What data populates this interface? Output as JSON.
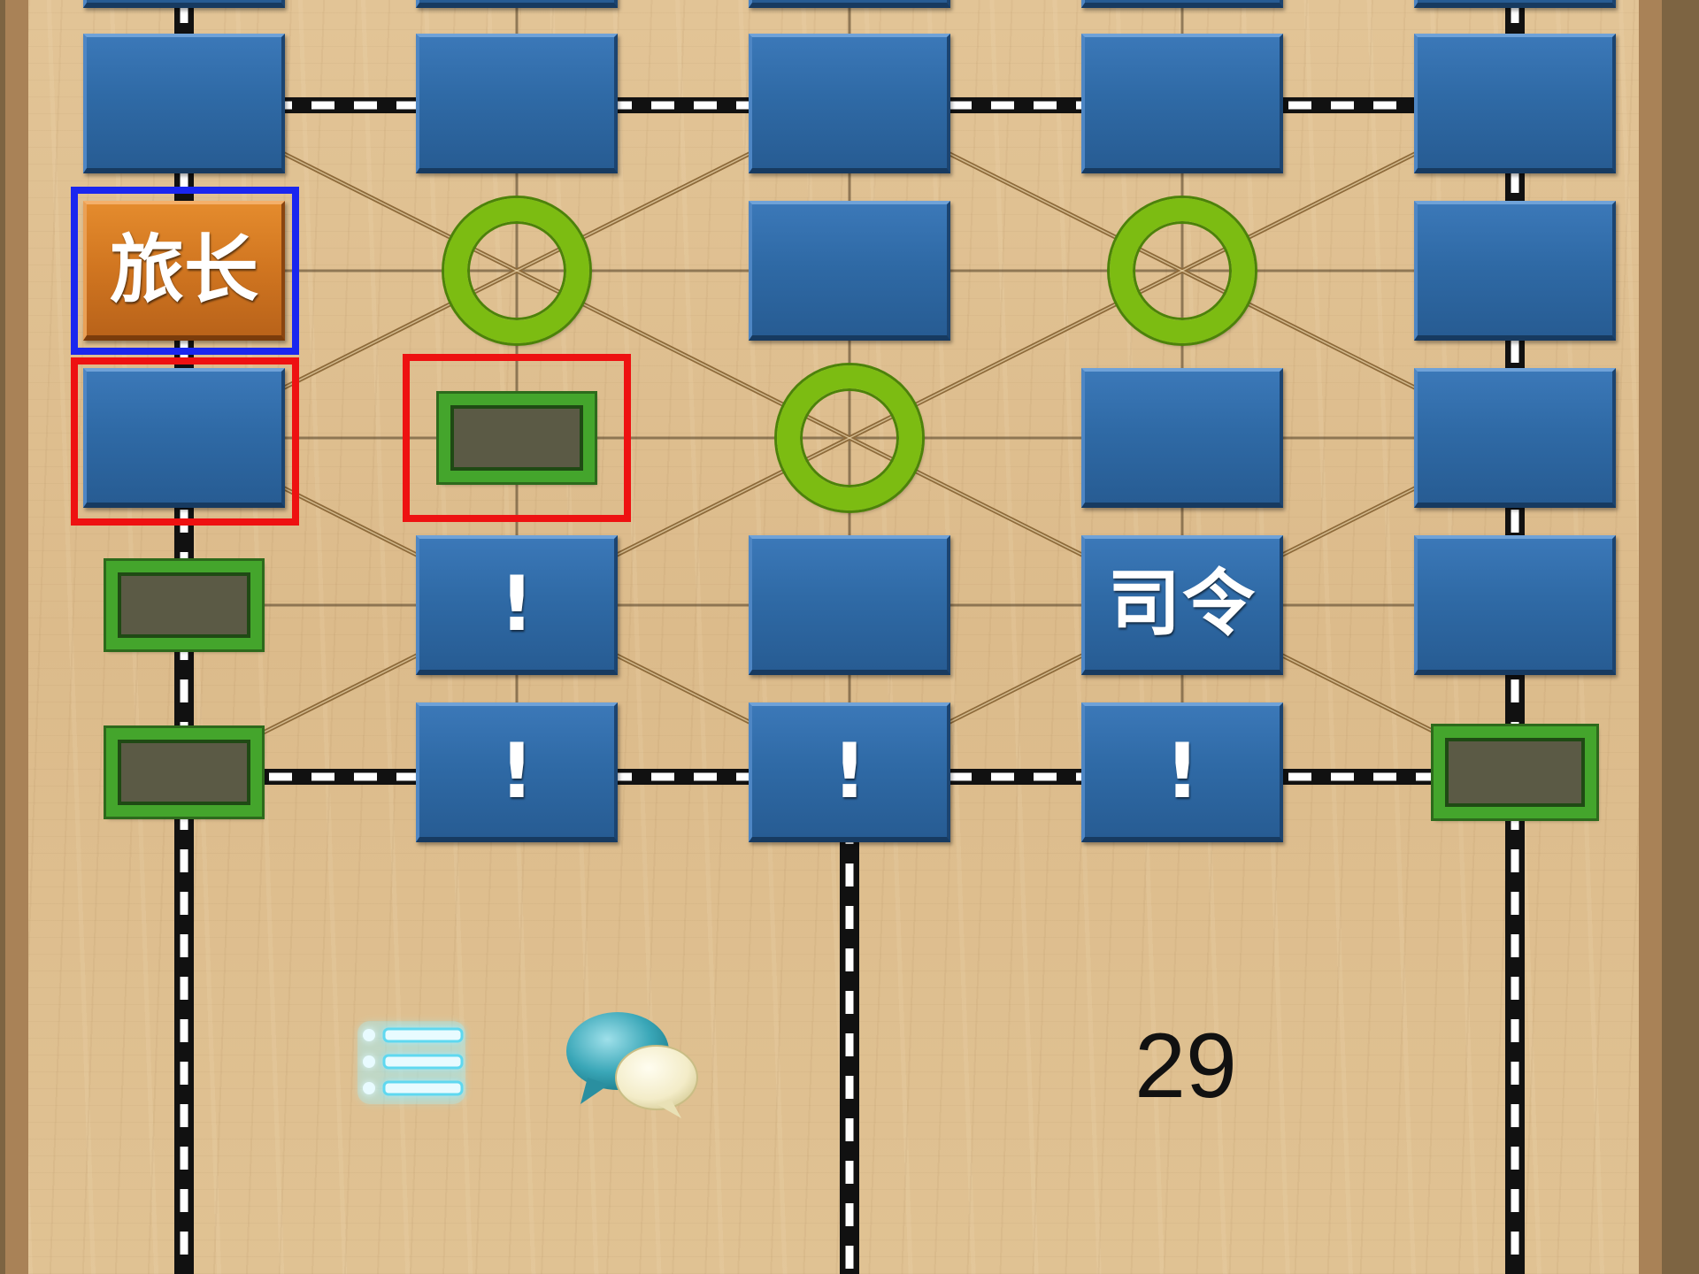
{
  "colors": {
    "board": "#dcbb8b",
    "frame": "#a98257",
    "enemy_piece": "#2f6aa6",
    "own_piece": "#d07520",
    "camp_ring": "#7cbc12",
    "headquarters": "#44a52c",
    "selection_blue": "#1a26ef",
    "selection_red": "#ee1111"
  },
  "pieces": {
    "own_brigadier": {
      "label": "旅长",
      "side": "own"
    },
    "commander": {
      "label": "司令",
      "side": "opponent"
    },
    "flagged": [
      {
        "label": "!"
      },
      {
        "label": "!"
      },
      {
        "label": "!"
      },
      {
        "label": "!"
      }
    ]
  },
  "toolbar": {
    "menu_icon": "list-menu-icon",
    "chat_icon": "chat-bubbles-icon",
    "counter": "29"
  }
}
